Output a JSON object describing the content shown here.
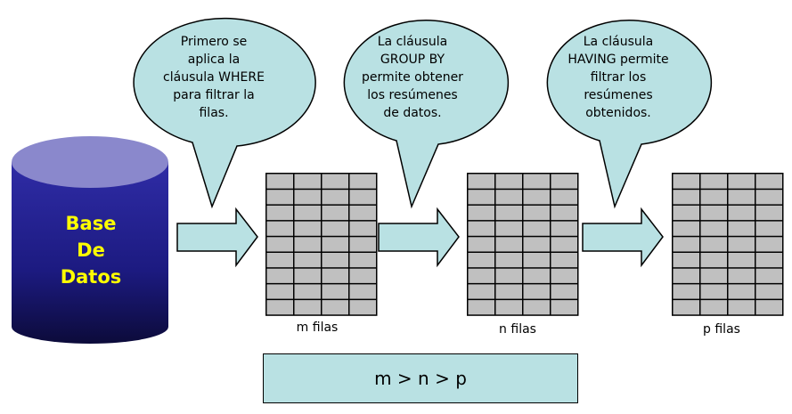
{
  "database": {
    "lines": [
      "Base",
      "De",
      "Datos"
    ]
  },
  "bubbles": [
    {
      "lines": [
        "Primero se",
        "aplica la",
        "cláusula WHERE",
        "para filtrar la",
        "filas."
      ]
    },
    {
      "lines": [
        "La cláusula",
        "GROUP BY",
        "permite obtener",
        "los resúmenes",
        "de datos."
      ]
    },
    {
      "lines": [
        "La cláusula",
        "HAVING permite",
        "filtrar los",
        "resúmenes",
        "obtenidos."
      ]
    }
  ],
  "tables": [
    {
      "label": "m filas"
    },
    {
      "label": "n filas"
    },
    {
      "label": "p filas"
    }
  ],
  "formula": "m > n > p",
  "colors": {
    "bubble_fill": "#b9e1e3",
    "arrow_fill": "#b9e1e3",
    "cell_fill": "#c0c0c0",
    "db_top": "#8a88cc",
    "db_body": "#23208e",
    "db_text": "#ffff00"
  }
}
